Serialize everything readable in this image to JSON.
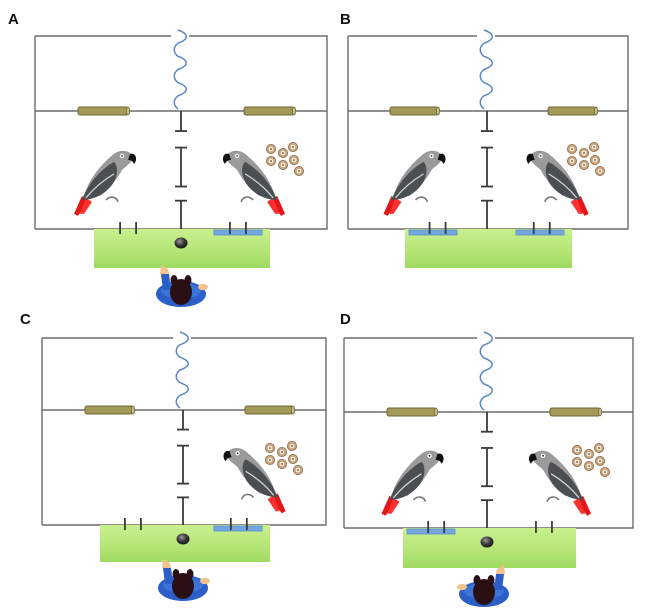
{
  "figure": {
    "panels": [
      {
        "label": "A",
        "left_parrot": true,
        "right_parrot": true,
        "food_side": "right",
        "food_count": 7,
        "left_tray": false,
        "right_tray": true,
        "token_present": true,
        "experimenter_present": true,
        "experimenter_hand": "left"
      },
      {
        "label": "B",
        "left_parrot": true,
        "right_parrot": true,
        "food_side": "right",
        "food_count": 7,
        "left_tray": true,
        "right_tray": true,
        "token_present": false,
        "experimenter_present": false,
        "experimenter_hand": "none"
      },
      {
        "label": "C",
        "left_parrot": false,
        "right_parrot": true,
        "food_side": "right",
        "food_count": 7,
        "left_tray": false,
        "right_tray": true,
        "token_present": true,
        "experimenter_present": true,
        "experimenter_hand": "left"
      },
      {
        "label": "D",
        "left_parrot": true,
        "right_parrot": true,
        "food_side": "right",
        "food_count": 7,
        "left_tray": true,
        "right_tray": false,
        "token_present": true,
        "experimenter_present": true,
        "experimenter_hand": "right"
      }
    ],
    "colors": {
      "wall": "#6b6b6b",
      "divider": "#3a3a3a",
      "mesh": "#5b86c4",
      "perch": "#a39a5a",
      "table": "#b8e67a",
      "tray": "#74a7e0",
      "parrot_body": "#4a4f52",
      "parrot_head": "#9a9a9a",
      "parrot_tail": "#e01818",
      "food": "#c9a27a",
      "experimenter_shirt": "#2b5fc7",
      "experimenter_hair": "#2a0f14"
    },
    "icons": {
      "parrot": "parrot-icon",
      "food": "food-ring-icon",
      "token": "token-icon",
      "experimenter": "experimenter-icon",
      "mesh": "mesh-partition-icon",
      "perch": "perch-icon"
    }
  }
}
